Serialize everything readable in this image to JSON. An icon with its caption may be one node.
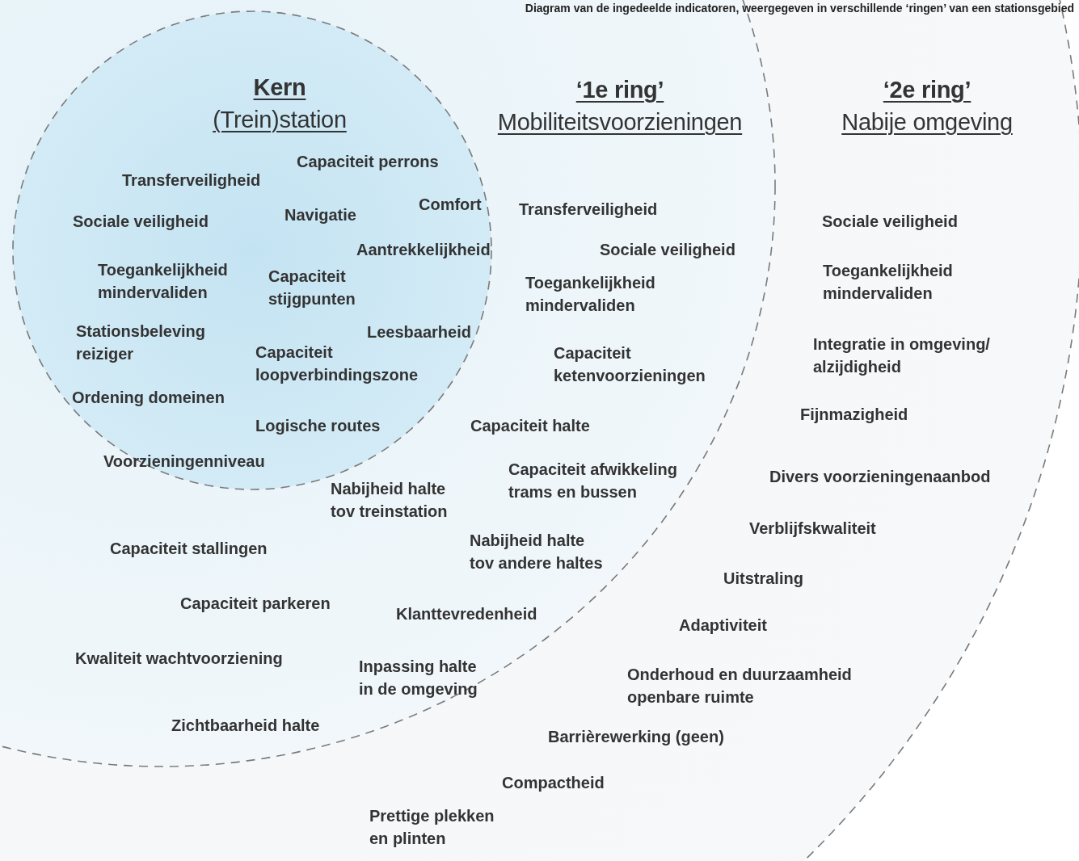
{
  "diagram": {
    "title": "Diagram van de ingedeelde indicatoren, weergegeven in verschillende ‘ringen’ van een stationsgebied",
    "nodes": [
      {
        "text": [
          "‘2e ring’",
          "Nabije omgeving",
          "Sociale veiligheid",
          "Toegankelijkheid mindervaliden",
          "Integratie in omgeving/ alzijdigheid",
          "Fijnmazigheid",
          "Divers voorzieningenaanbod",
          "Verblijfskwaliteit",
          "Uitstraling",
          "Adaptiviteit",
          "Onderhoud en duurzaamheid openbare ruimte",
          "Barrièrewerking (geen)",
          "Compactheid",
          "Prettige plekken en plinten"
        ]
      },
      {
        "text": [
          "‘1e ring’",
          "Mobiliteitsvoorzieningen",
          "Transferveiligheid",
          "Sociale veiligheid",
          "Toegankelijkheid mindervaliden",
          "Capaciteit ketenvoorzieningen",
          "Capaciteit halte",
          "Capaciteit afwikkeling trams en bussen",
          "Nabijheid halte tov treinstation",
          "Capaciteit stallingen",
          "Nabijheid halte tov andere haltes",
          "Capaciteit parkeren",
          "Klanttevredenheid",
          "Kwaliteit wachtvoorziening",
          "Inpassing halte in de omgeving",
          "Zichtbaarheid halte"
        ],
        "in": 0
      },
      {
        "text": [
          "Kern",
          "(Trein)station",
          "Capaciteit perrons",
          "Transferveiligheid",
          "Sociale veiligheid",
          "Navigatie",
          "Comfort",
          "Aantrekkelijkheid",
          "Toegankelijkheid mindervaliden",
          "Capaciteit stijgpunten",
          "Stationsbeleving reiziger",
          "Leesbaarheid",
          "Capaciteit loopverbindingszone",
          "Ordening domeinen",
          "Logische routes",
          "Voorzieningenniveau"
        ],
        "in": 1
      }
    ]
  }
}
